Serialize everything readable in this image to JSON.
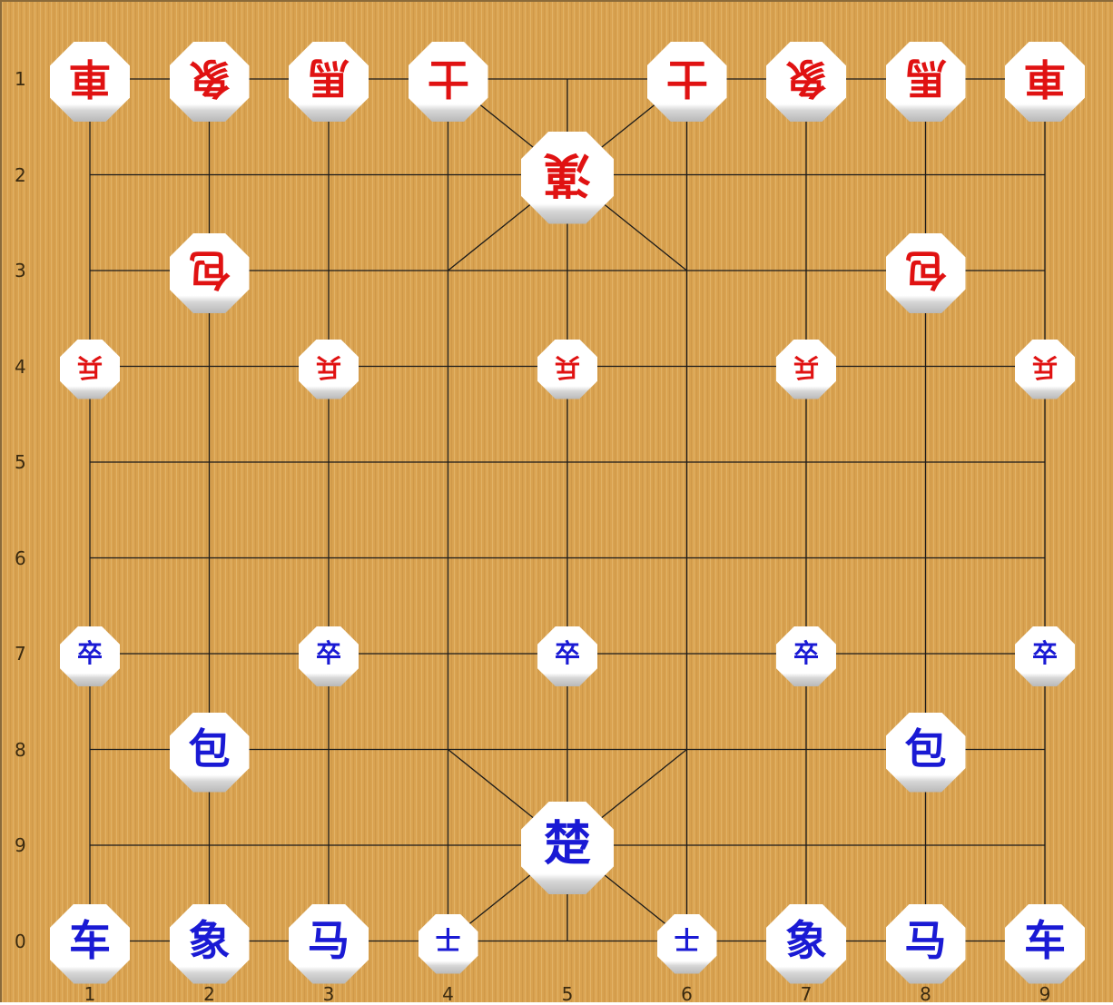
{
  "board": {
    "files": 9,
    "ranks": 10,
    "background_color": "#d9a250",
    "line_color": "#1a1a1a"
  },
  "row_labels": [
    "1",
    "2",
    "3",
    "4",
    "5",
    "6",
    "7",
    "8",
    "9",
    "0"
  ],
  "column_labels": [
    "1",
    "2",
    "3",
    "4",
    "5",
    "6",
    "7",
    "8",
    "9"
  ],
  "colors": {
    "red": "#e01212",
    "blue": "#1a1ad4"
  },
  "pieces": [
    {
      "name": "red-chariot-1",
      "glyph": "車",
      "side": "red",
      "file": 1,
      "rank": 1
    },
    {
      "name": "red-elephant-2",
      "glyph": "象",
      "side": "red",
      "file": 2,
      "rank": 1
    },
    {
      "name": "red-horse-3",
      "glyph": "馬",
      "side": "red",
      "file": 3,
      "rank": 1
    },
    {
      "name": "red-advisor-4",
      "glyph": "士",
      "side": "red",
      "file": 4,
      "rank": 1
    },
    {
      "name": "red-advisor-6",
      "glyph": "士",
      "side": "red",
      "file": 6,
      "rank": 1
    },
    {
      "name": "red-elephant-7",
      "glyph": "象",
      "side": "red",
      "file": 7,
      "rank": 1
    },
    {
      "name": "red-horse-8",
      "glyph": "馬",
      "side": "red",
      "file": 8,
      "rank": 1
    },
    {
      "name": "red-chariot-9",
      "glyph": "車",
      "side": "red",
      "file": 9,
      "rank": 1
    },
    {
      "name": "red-general",
      "glyph": "漢",
      "side": "red",
      "file": 5,
      "rank": 2,
      "large": true
    },
    {
      "name": "red-cannon-2",
      "glyph": "包",
      "side": "red",
      "file": 2,
      "rank": 3
    },
    {
      "name": "red-cannon-8",
      "glyph": "包",
      "side": "red",
      "file": 8,
      "rank": 3
    },
    {
      "name": "red-soldier-1",
      "glyph": "兵",
      "side": "red",
      "file": 1,
      "rank": 4,
      "small": true
    },
    {
      "name": "red-soldier-3",
      "glyph": "兵",
      "side": "red",
      "file": 3,
      "rank": 4,
      "small": true
    },
    {
      "name": "red-soldier-5",
      "glyph": "兵",
      "side": "red",
      "file": 5,
      "rank": 4,
      "small": true
    },
    {
      "name": "red-soldier-7",
      "glyph": "兵",
      "side": "red",
      "file": 7,
      "rank": 4,
      "small": true
    },
    {
      "name": "red-soldier-9",
      "glyph": "兵",
      "side": "red",
      "file": 9,
      "rank": 4,
      "small": true
    },
    {
      "name": "blue-soldier-1",
      "glyph": "卒",
      "side": "blue",
      "file": 1,
      "rank": 7,
      "small": true
    },
    {
      "name": "blue-soldier-3",
      "glyph": "卒",
      "side": "blue",
      "file": 3,
      "rank": 7,
      "small": true
    },
    {
      "name": "blue-soldier-5",
      "glyph": "卒",
      "side": "blue",
      "file": 5,
      "rank": 7,
      "small": true
    },
    {
      "name": "blue-soldier-7",
      "glyph": "卒",
      "side": "blue",
      "file": 7,
      "rank": 7,
      "small": true
    },
    {
      "name": "blue-soldier-9",
      "glyph": "卒",
      "side": "blue",
      "file": 9,
      "rank": 7,
      "small": true
    },
    {
      "name": "blue-cannon-2",
      "glyph": "包",
      "side": "blue",
      "file": 2,
      "rank": 8
    },
    {
      "name": "blue-cannon-8",
      "glyph": "包",
      "side": "blue",
      "file": 8,
      "rank": 8
    },
    {
      "name": "blue-general",
      "glyph": "楚",
      "side": "blue",
      "file": 5,
      "rank": 9,
      "large": true
    },
    {
      "name": "blue-chariot-1",
      "glyph": "车",
      "side": "blue",
      "file": 1,
      "rank": 10
    },
    {
      "name": "blue-elephant-2",
      "glyph": "象",
      "side": "blue",
      "file": 2,
      "rank": 10
    },
    {
      "name": "blue-horse-3",
      "glyph": "马",
      "side": "blue",
      "file": 3,
      "rank": 10
    },
    {
      "name": "blue-advisor-4",
      "glyph": "士",
      "side": "blue",
      "file": 4,
      "rank": 10,
      "small": true
    },
    {
      "name": "blue-advisor-6",
      "glyph": "士",
      "side": "blue",
      "file": 6,
      "rank": 10,
      "small": true
    },
    {
      "name": "blue-elephant-7",
      "glyph": "象",
      "side": "blue",
      "file": 7,
      "rank": 10
    },
    {
      "name": "blue-horse-8",
      "glyph": "马",
      "side": "blue",
      "file": 8,
      "rank": 10
    },
    {
      "name": "blue-chariot-9",
      "glyph": "车",
      "side": "blue",
      "file": 9,
      "rank": 10
    }
  ]
}
